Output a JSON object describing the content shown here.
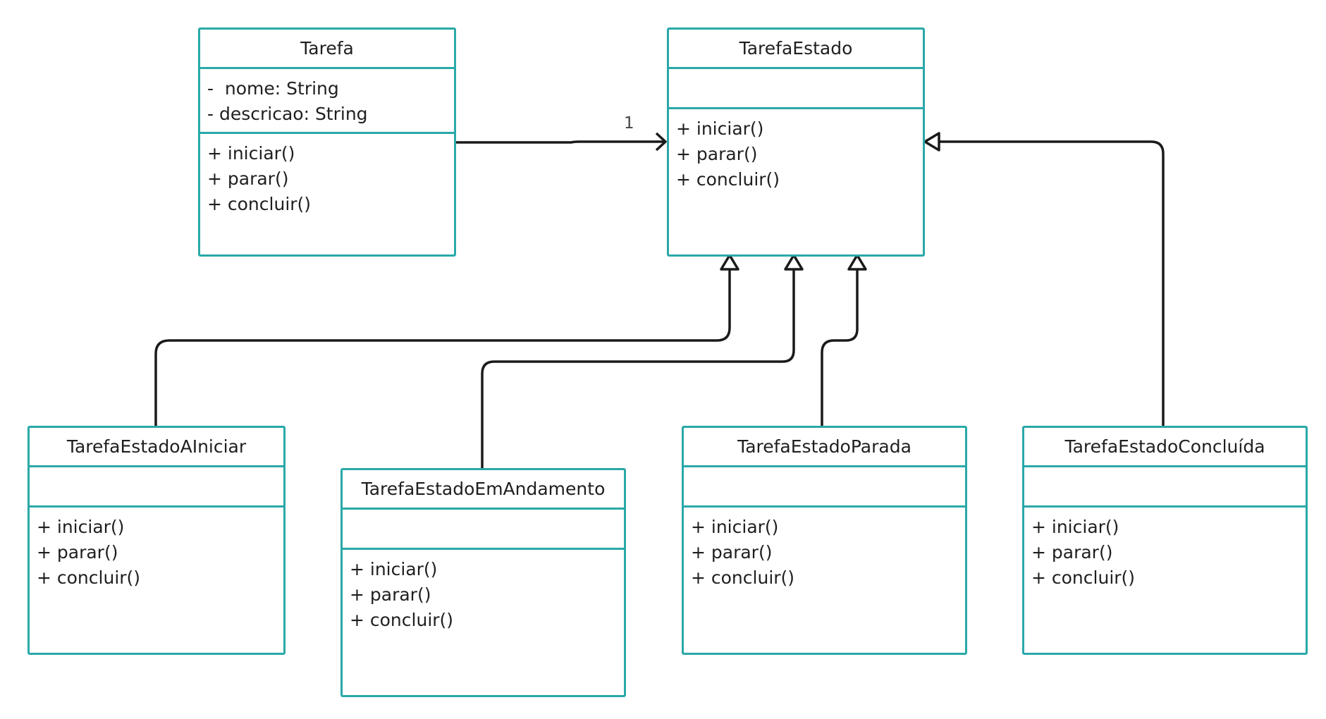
{
  "classes": {
    "tarefa": {
      "name": "Tarefa",
      "attributes": [
        "-  nome: String",
        "- descricao: String"
      ],
      "methods": [
        "+ iniciar()",
        "+ parar()",
        "+ concluir()"
      ]
    },
    "tarefa_estado": {
      "name": "TarefaEstado",
      "attributes": [],
      "methods": [
        "+ iniciar()",
        "+ parar()",
        "+ concluir()"
      ]
    },
    "a_iniciar": {
      "name": "TarefaEstadoAIniciar",
      "attributes": [],
      "methods": [
        "+ iniciar()",
        "+ parar()",
        "+ concluir()"
      ]
    },
    "em_andamento": {
      "name": "TarefaEstadoEmAndamento",
      "attributes": [],
      "methods": [
        "+ iniciar()",
        "+ parar()",
        "+ concluir()"
      ]
    },
    "parada": {
      "name": "TarefaEstadoParada",
      "attributes": [],
      "methods": [
        "+ iniciar()",
        "+ parar()",
        "+ concluir()"
      ]
    },
    "concluida": {
      "name": "TarefaEstadoConcluída",
      "attributes": [],
      "methods": [
        "+ iniciar()",
        "+ parar()",
        "+ concluir()"
      ]
    }
  },
  "association": {
    "multiplicity": "1"
  },
  "colors": {
    "class_border": "#2aa8a8",
    "connector": "#1a1a1a"
  }
}
